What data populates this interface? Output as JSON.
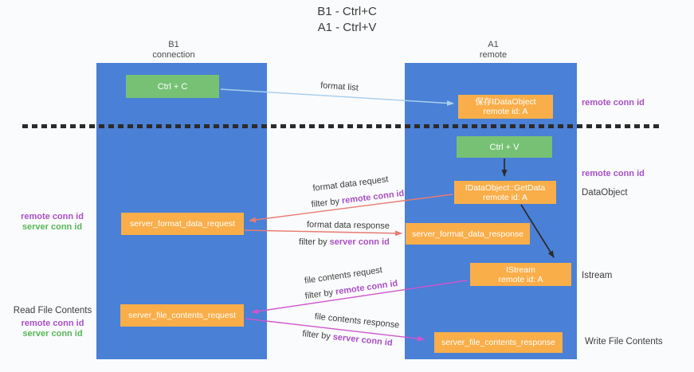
{
  "title": {
    "line1": "B1 - Ctrl+C",
    "line2": "A1 - Ctrl+V"
  },
  "columns": {
    "left": {
      "name": "B1",
      "role": "connection"
    },
    "right": {
      "name": "A1",
      "role": "remote"
    }
  },
  "nodes": {
    "ctrl_c": {
      "label": "Ctrl + C"
    },
    "ctrl_v": {
      "label": "Ctrl + V"
    },
    "save_dataobject": {
      "line1": "保存IDataObject",
      "line2": "remote id: A"
    },
    "getdata": {
      "line1": "IDataObject::GetData",
      "line2": "remote id: A"
    },
    "istream": {
      "line1": "IStream",
      "line2": "remote id: A"
    },
    "format_request": {
      "label": "server_format_data_request"
    },
    "format_response": {
      "label": "server_format_data_response"
    },
    "file_request": {
      "label": "server_file_contents_request"
    },
    "file_response": {
      "label": "server_file_contents_response"
    }
  },
  "arrows": {
    "format_list": {
      "label": "format list"
    },
    "format_data_request": {
      "label": "format data request",
      "filter_prefix": "filter by ",
      "filter_key": "remote conn id"
    },
    "format_data_response": {
      "label": "format data response",
      "filter_prefix": "filter by ",
      "filter_key": "server conn id"
    },
    "file_contents_request": {
      "label": "file contents request",
      "filter_prefix": "filter by ",
      "filter_key": "remote conn id"
    },
    "file_contents_response": {
      "label": "file contents response",
      "filter_prefix": "filter by ",
      "filter_key": "server conn id"
    }
  },
  "side_labels": {
    "right_top_remote_conn_id": "remote conn id",
    "right_mid_remote_conn_id": "remote conn id",
    "dataobject": "DataObject",
    "istream": "Istream",
    "write_file_contents": "Write File Contents",
    "left_format": {
      "remote": "remote conn id",
      "server": "server conn id"
    },
    "left_file": {
      "title": "Read File Contents",
      "remote": "remote conn id",
      "server": "server conn id"
    }
  },
  "colors": {
    "column_blue": "#4a80d6",
    "node_green": "#77c175",
    "node_orange": "#f9ae49",
    "remote_conn_purple": "#a94fc5",
    "server_conn_green": "#57b657",
    "arrow_format_list_blue": "#aacfee",
    "arrow_format_salmon": "#e87b72",
    "arrow_file_magenta": "#cf55cf",
    "arrow_black": "#2b2b2b"
  }
}
